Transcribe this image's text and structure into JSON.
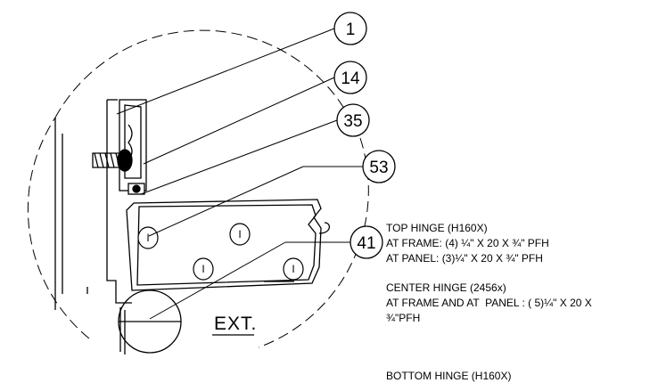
{
  "callouts": [
    {
      "id": "1",
      "label": "1"
    },
    {
      "id": "14",
      "label": "14"
    },
    {
      "id": "35",
      "label": "35"
    },
    {
      "id": "53",
      "label": "53"
    },
    {
      "id": "41",
      "label": "41"
    }
  ],
  "ext_label": "EXT.",
  "hole_label": "I",
  "notes": {
    "top_hinge_title": "TOP HINGE (H160X)",
    "top_hinge_frame": "AT FRAME: (4) ¼\" X 20 X ¾\" PFH",
    "top_hinge_panel": "AT PANEL: (3)¼\" X 20 X ¾\" PFH",
    "center_hinge_title": "CENTER HINGE (2456x)",
    "center_hinge_line1": "AT FRAME AND AT  PANEL : ( 5)¼\" X 20 X",
    "center_hinge_line2": "¾\"PFH",
    "bottom_hinge_title": "BOTTOM HINGE (H160X)"
  }
}
